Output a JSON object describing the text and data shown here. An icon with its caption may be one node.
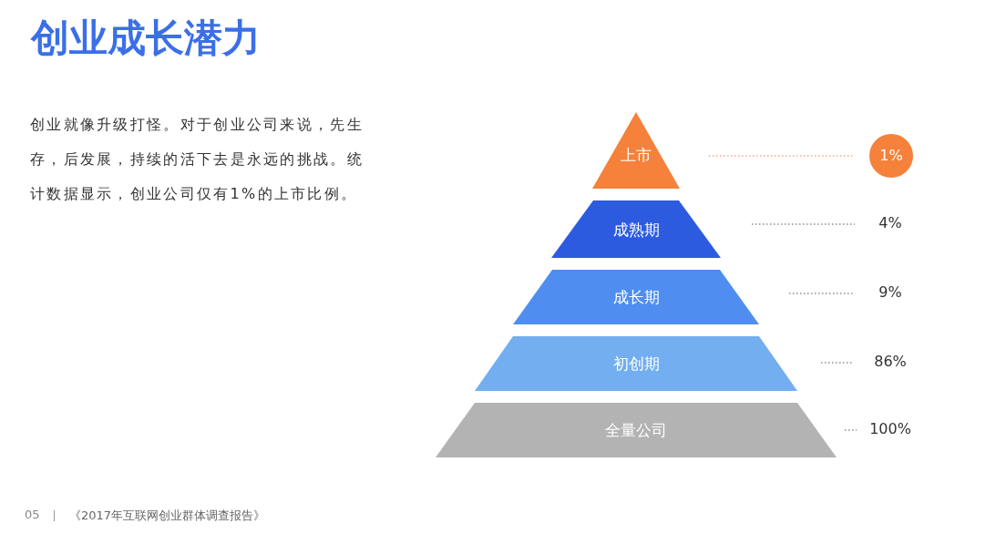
{
  "diagram": {
    "title": "创业成长潜力",
    "nodes": [
      {
        "text": [
          "上市"
        ]
      },
      {
        "text": [
          "成熟期"
        ]
      },
      {
        "text": [
          "成长期"
        ]
      },
      {
        "text": [
          "初创期"
        ]
      },
      {
        "text": [
          "全量公司"
        ]
      }
    ],
    "labels": [
      "创业就像升级打怪。对于创业公司来说，先生存，后发展，持续的活下去是永远的挑战。统计数据显示，创业公司仅有1%的上市比例。",
      "1%",
      "4%",
      "9%",
      "86%",
      "100%",
      "05",
      "《2017年互联网创业群体调查报告》"
    ]
  }
}
